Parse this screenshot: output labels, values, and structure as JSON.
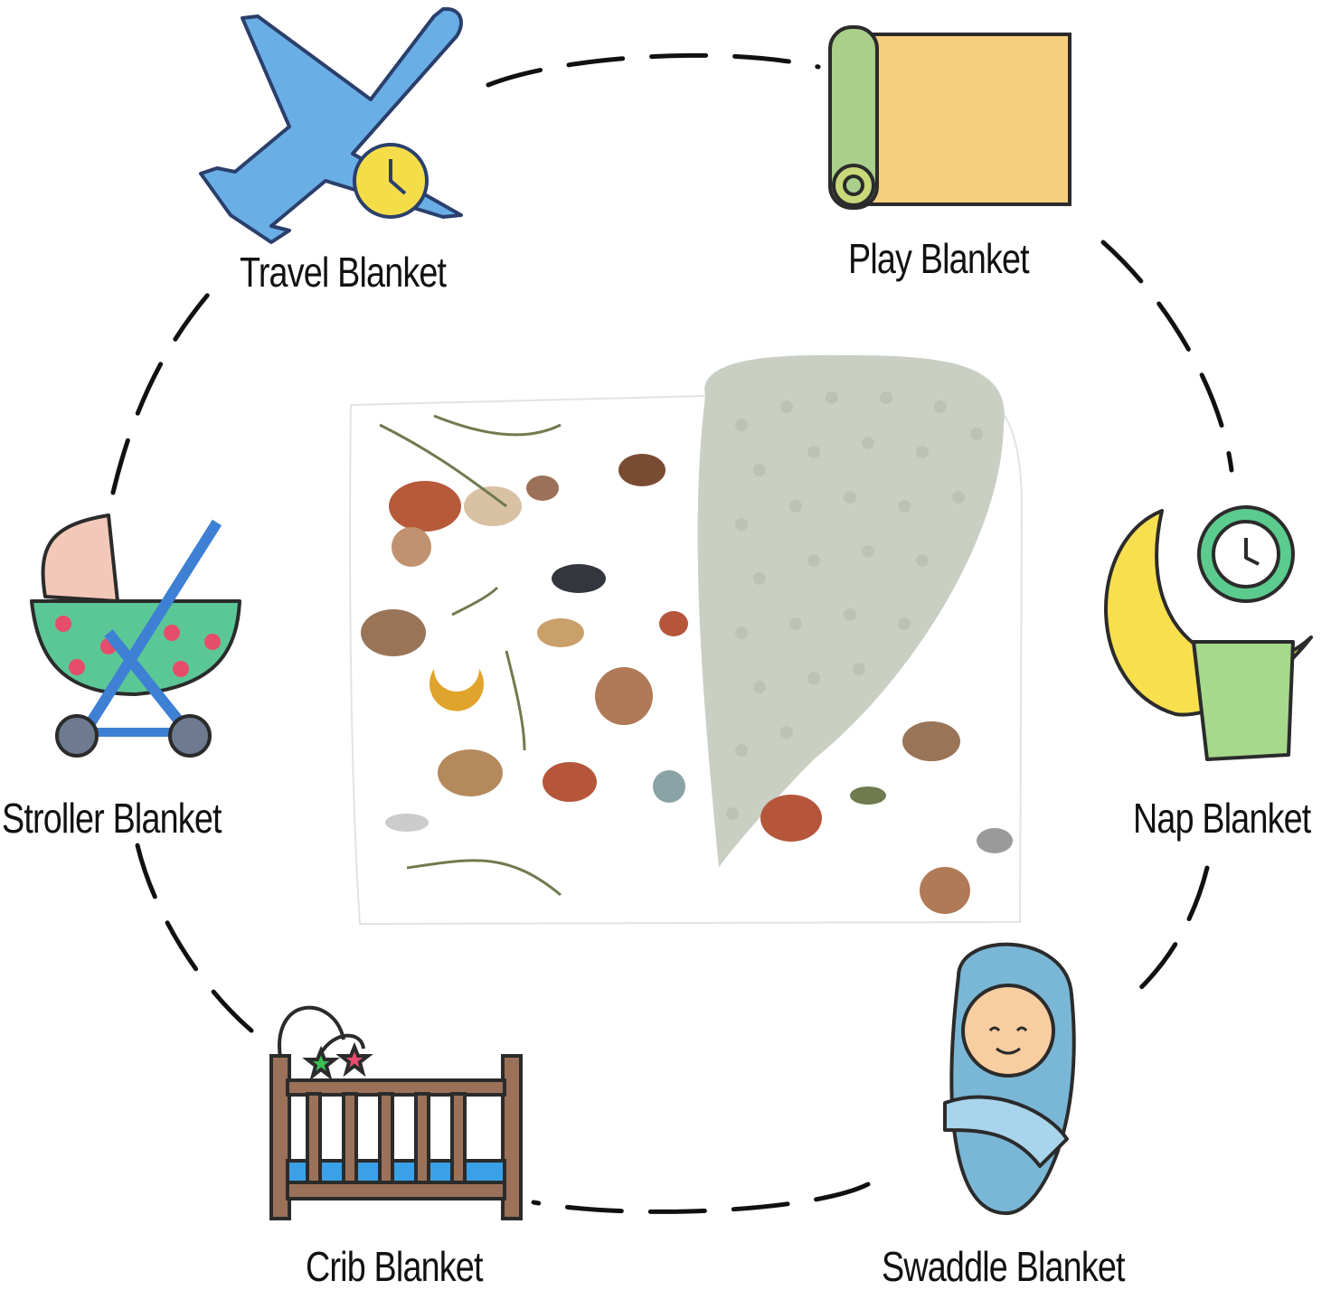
{
  "labels": {
    "travel": "Travel Blanket",
    "play": "Play Blanket",
    "stroller": "Stroller Blanket",
    "nap": "Nap Blanket",
    "crib": "Crib Blanket",
    "swaddle": "Swaddle Blanket"
  },
  "colors": {
    "plane": "#6aaee6",
    "clock_yellow": "#f5dd4a",
    "play_mat": "#f5cf7e",
    "play_roll": "#a9cf8a",
    "stroller_body": "#5cc796",
    "stroller_frame": "#3d80d4",
    "moon": "#f8df4e",
    "nap_clock": "#5ccb8e",
    "nap_blanket": "#a6d98c",
    "crib_wood": "#9b7259",
    "crib_mattress": "#3aa0e8",
    "swaddle": "#7ab7d6",
    "blanket_back": "#c9cfc3"
  },
  "icons": [
    "airplane-clock-icon",
    "rolled-mat-icon",
    "stroller-icon",
    "moon-clock-icon",
    "crib-icon",
    "swaddled-baby-icon"
  ]
}
